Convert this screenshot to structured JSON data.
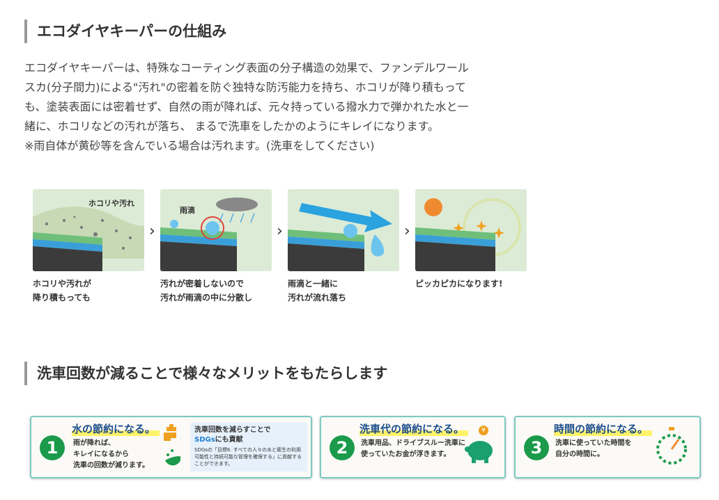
{
  "section1": {
    "heading": "エコダイヤキーパーの仕組み",
    "paragraph": [
      "エコダイヤキーパーは、特殊なコーティング表面の分子構造の効果で、ファンデルワール",
      "スカ(分子間力)による\"汚れ\"の密着を防ぐ独特な防汚能力を持ち、ホコリが降り積もって",
      "も、塗装表面には密着せず、自然の雨が降れば、元々持っている撥水力で弾かれた水と一",
      "緒に、ホコリなどの汚れが落ち、 まるで洗車をしたかのようにキレイになります。",
      "※雨自体が黄砂等を含んでいる場合は汚れます。(洗車をしてください)"
    ]
  },
  "steps": [
    {
      "label": "ホコリや汚れ",
      "caption": [
        "ホコリや汚れが",
        "降り積もっても"
      ]
    },
    {
      "label": "雨滴",
      "caption": [
        "汚れが密着しないので",
        "汚れが雨滴の中に分散し"
      ]
    },
    {
      "caption": [
        "雨滴と一緒に",
        "汚れが流れ落ち"
      ]
    },
    {
      "caption": [
        "ピッカピカになります!"
      ]
    }
  ],
  "chevron": "›",
  "section2": {
    "heading": "洗車回数が減ることで様々なメリットをもたらします"
  },
  "cards": [
    {
      "number": "1",
      "title": "水の節約になる。",
      "body": [
        "雨が降れば、",
        "キレイになるから",
        "洗車の回数が減ります。"
      ],
      "sdgs": {
        "line1": "洗車回数を減らすことで",
        "highlight": "SDGs",
        "line2": "にも貢献",
        "small": "SDGsの「目標6. すべての人々の水と衛生の利用可能性と持続可能な管理を確保する」に貢献することができます。"
      }
    },
    {
      "number": "2",
      "title": "洗車代の節約になる。",
      "body": [
        "洗車用品、ドライブスルー洗車に",
        "使っていたお金が浮きます。"
      ],
      "coin": "¥"
    },
    {
      "number": "3",
      "title": "時間の節約になる。",
      "body": [
        "洗車に使っていた時間を",
        "自分の時間に。"
      ]
    }
  ],
  "colors": {
    "green": "#1a9a4a",
    "teal": "#7ccac0",
    "navy": "#1b4d8a"
  }
}
